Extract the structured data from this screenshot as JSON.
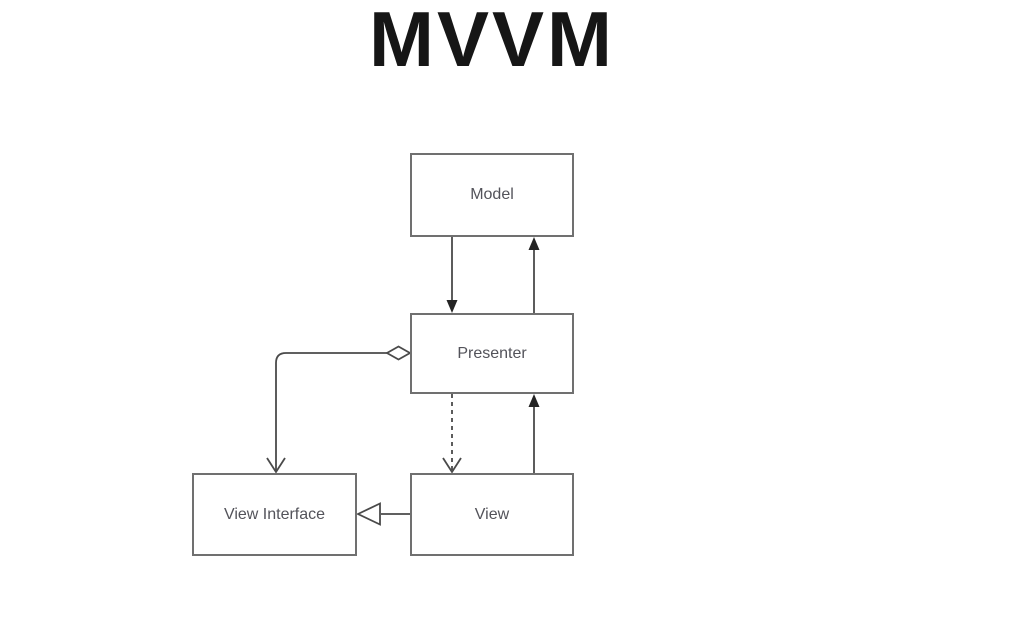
{
  "title": "MVVM",
  "diagram": {
    "nodes": [
      {
        "id": "model",
        "label": "Model"
      },
      {
        "id": "presenter",
        "label": "Presenter"
      },
      {
        "id": "view-interface",
        "label": "View Interface"
      },
      {
        "id": "view",
        "label": "View"
      }
    ],
    "edges": [
      {
        "from": "Model",
        "to": "Presenter",
        "line": "solid",
        "head": "filled-arrow"
      },
      {
        "from": "Presenter",
        "to": "Model",
        "line": "solid",
        "head": "filled-arrow"
      },
      {
        "from": "Presenter",
        "to": "View",
        "line": "dashed",
        "head": "open-arrow"
      },
      {
        "from": "View",
        "to": "Presenter",
        "line": "solid",
        "head": "filled-arrow"
      },
      {
        "from": "Presenter",
        "to": "View Interface",
        "line": "solid",
        "head": "open-arrow",
        "tail": "hollow-diamond"
      },
      {
        "from": "View",
        "to": "View Interface",
        "line": "solid",
        "head": "hollow-triangle"
      }
    ],
    "colors": {
      "background": "#ffffff",
      "box_border": "#707070",
      "line": "#4a4a4a",
      "arrow_fill": "#242424",
      "label_text": "#53535a",
      "title_text": "#161616"
    }
  }
}
